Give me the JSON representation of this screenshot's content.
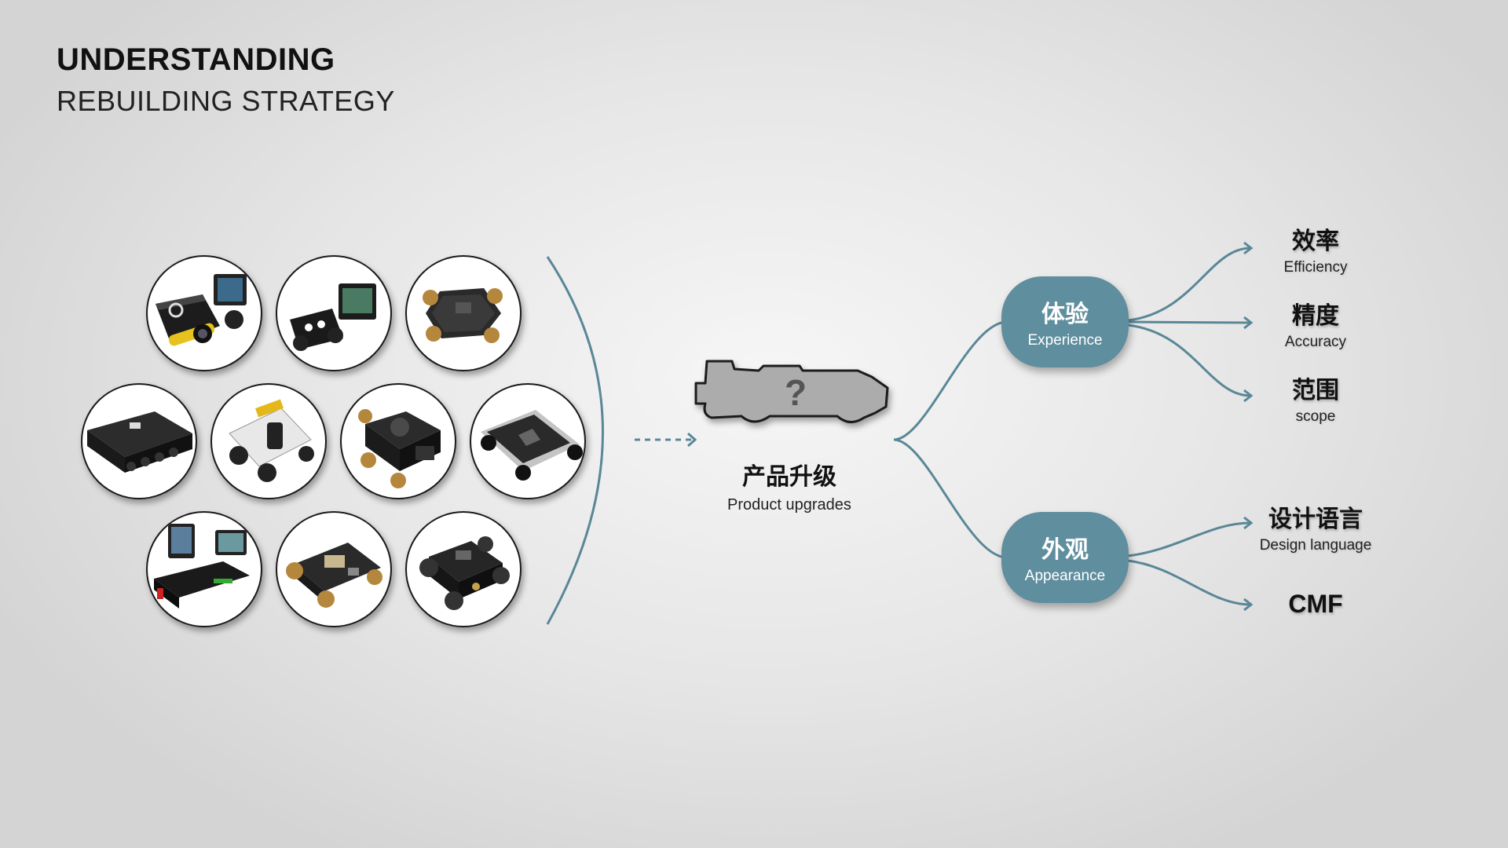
{
  "header": {
    "title": "UNDERSTANDING",
    "subtitle": "REBUILDING STRATEGY"
  },
  "center": {
    "question_mark": "?",
    "zh": "产品升级",
    "en": "Product upgrades"
  },
  "branches": [
    {
      "zh": "体验",
      "en": "Experience"
    },
    {
      "zh": "外观",
      "en": "Appearance"
    }
  ],
  "leaves": {
    "experience": [
      {
        "zh": "效率",
        "en": "Efficiency"
      },
      {
        "zh": "精度",
        "en": "Accuracy"
      },
      {
        "zh": "范围",
        "en": "scope"
      }
    ],
    "appearance": [
      {
        "zh": "设计语言",
        "en": "Design language"
      },
      {
        "zh": "CMF"
      }
    ]
  },
  "colors": {
    "accent": "#5f8e9e",
    "connector": "#5a8797"
  }
}
